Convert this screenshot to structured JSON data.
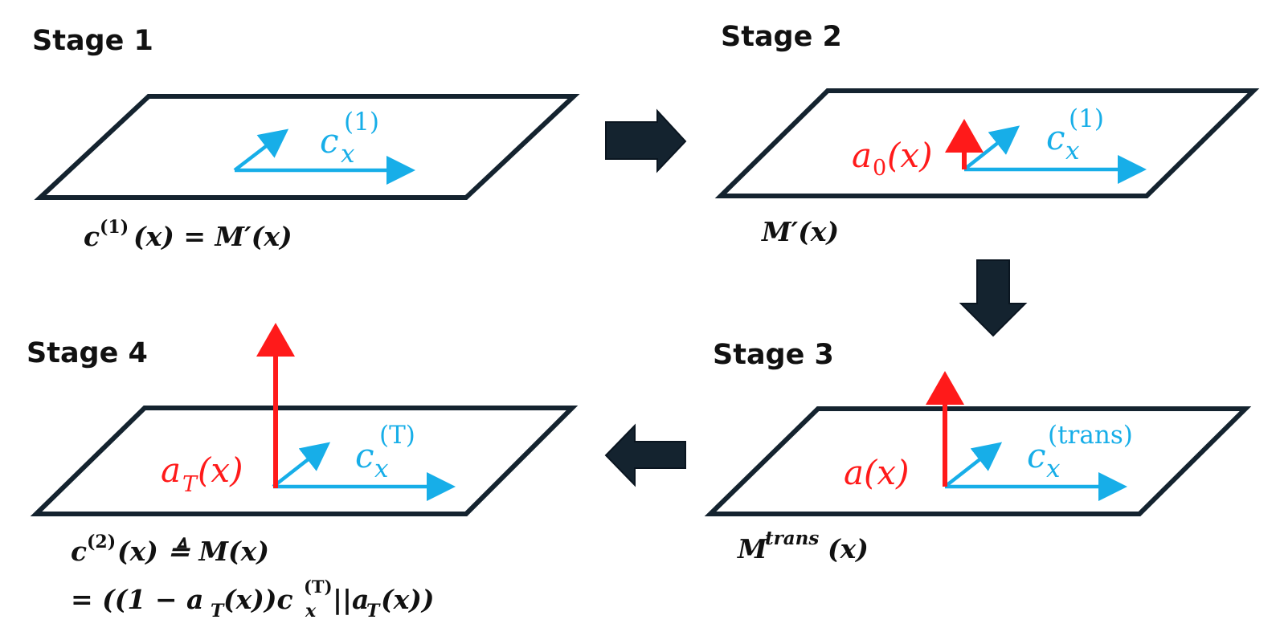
{
  "colors": {
    "plane_stroke": "#14232f",
    "blue": "#17aee8",
    "red": "#ff1a1a",
    "arrow_fill": "#14232f",
    "text": "#111111"
  },
  "stages": {
    "s1": {
      "title": "Stage 1",
      "c_base": "c",
      "c_sub": "x",
      "c_sup": "(1)",
      "formula": {
        "c": "c",
        "sup": "(1)",
        "rest": "(x) = M′(x)"
      }
    },
    "s2": {
      "title": "Stage 2",
      "a_base": "a",
      "a_sub": "0",
      "a_arg": "(x)",
      "c_base": "c",
      "c_sub": "x",
      "c_sup": "(1)",
      "formula": {
        "text": "M′(x)"
      }
    },
    "s3": {
      "title": "Stage 3",
      "a_label": "a(x)",
      "c_base": "c",
      "c_sub": "x",
      "c_sup": "(trans)",
      "formula": {
        "M": "M",
        "sup": "trans",
        "rest": "(x)"
      }
    },
    "s4": {
      "title": "Stage 4",
      "a_base": "a",
      "a_sub": "T",
      "a_arg": "(x)",
      "c_base": "c",
      "c_sub": "x",
      "c_sup": "(T)",
      "formula": {
        "line1_c": "c",
        "line1_sup": "(2)",
        "line1_rest": "(x) ≜ M(x)",
        "line2_a": "= ((1 − a",
        "line2_b": "T",
        "line2_c": "(x))c",
        "line2_d": "x",
        "line2_e": "(T)",
        "line2_f": "||a",
        "line2_g": "T",
        "line2_h": "(x))"
      }
    }
  }
}
